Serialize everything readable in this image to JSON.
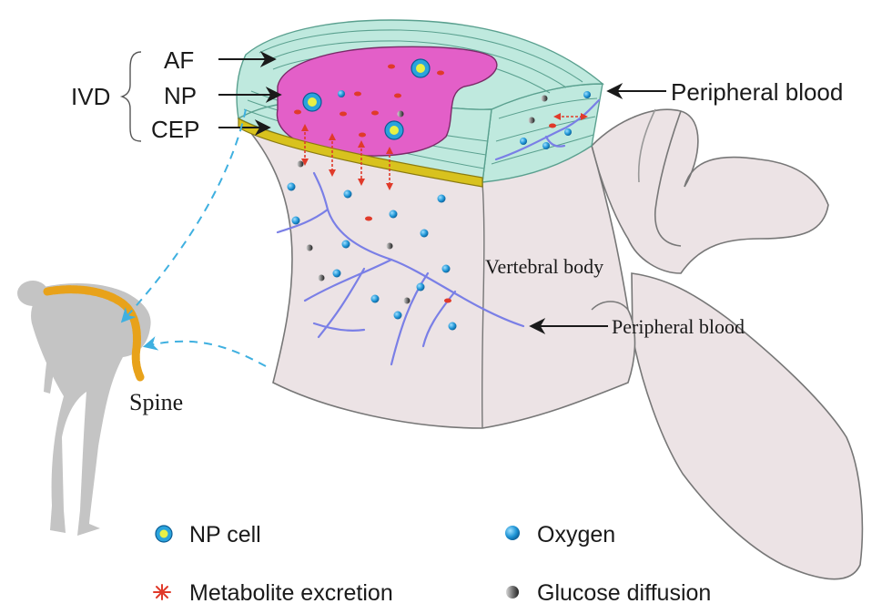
{
  "labels": {
    "ivd": "IVD",
    "af": "AF",
    "np": "NP",
    "cep": "CEP",
    "peripheral_blood_top": "Peripheral blood",
    "peripheral_blood_bottom": "Peripheral blood",
    "vertebral_body": "Vertebral body",
    "spine": "Spine"
  },
  "legend": {
    "np_cell": "NP cell",
    "oxygen": "Oxygen",
    "metabolite": "Metabolite excretion",
    "glucose": "Glucose diffusion"
  },
  "colors": {
    "annulus": "#bfe9de",
    "nucleus": "#e35fc8",
    "endplate": "#d8c21e",
    "bone": "#ece3e5",
    "vessel": "#7a7fe6",
    "oxygen": "#2aa3dc",
    "metabolite": "#e03a2a",
    "arrow_dashed": "#3fb0e0",
    "spine": "#e8a21a",
    "silhouette": "#c4c4c4"
  },
  "icons": {
    "np_cell": "np-cell-icon",
    "oxygen": "oxygen-icon",
    "metabolite": "metabolite-icon",
    "glucose": "glucose-icon"
  }
}
